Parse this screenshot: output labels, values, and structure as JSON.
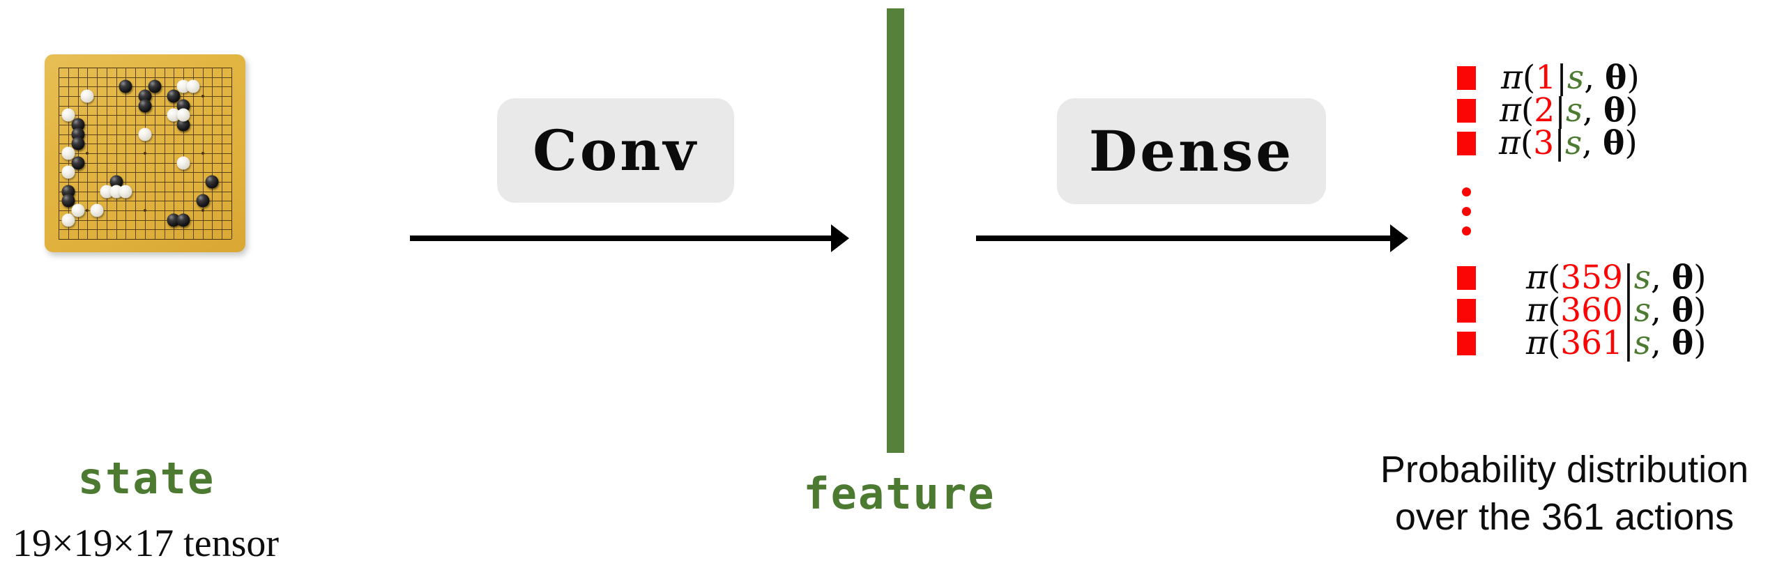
{
  "diagram": {
    "title": "Go policy network diagram",
    "colors": {
      "feature_green": "#55813a",
      "label_green": "#4c7a31",
      "swatch_red": "#fc0505",
      "board_wood": "#e2b441",
      "opbox_gray": "#e9e9e9"
    }
  },
  "state": {
    "label": "state",
    "caption": "19×19×17 tensor",
    "board": {
      "size": 19,
      "black_stones": [
        [
          7,
          2
        ],
        [
          10,
          2
        ],
        [
          9,
          3
        ],
        [
          9,
          4
        ],
        [
          12,
          3
        ],
        [
          13,
          4
        ],
        [
          13,
          6
        ],
        [
          2,
          6
        ],
        [
          2,
          7
        ],
        [
          2,
          8
        ],
        [
          2,
          10
        ],
        [
          1,
          13
        ],
        [
          1,
          14
        ],
        [
          6,
          12
        ],
        [
          16,
          12
        ],
        [
          15,
          14
        ],
        [
          12,
          16
        ],
        [
          13,
          16
        ]
      ],
      "white_stones": [
        [
          3,
          3
        ],
        [
          13,
          2
        ],
        [
          14,
          2
        ],
        [
          1,
          5
        ],
        [
          1,
          9
        ],
        [
          1,
          11
        ],
        [
          1,
          16
        ],
        [
          2,
          15
        ],
        [
          12,
          5
        ],
        [
          13,
          5
        ],
        [
          9,
          7
        ],
        [
          5,
          13
        ],
        [
          6,
          13
        ],
        [
          7,
          13
        ],
        [
          4,
          15
        ],
        [
          13,
          10
        ]
      ]
    }
  },
  "conv": {
    "label": "Conv"
  },
  "dense": {
    "label": "Dense"
  },
  "feature": {
    "label": "feature"
  },
  "output": {
    "caption_line_1": "Probability distribution",
    "caption_line_2": "over the 361 actions",
    "total_actions": 361,
    "rows": [
      {
        "pi": "π",
        "open": "(",
        "index": "1",
        "bar": "|",
        "state_sym": "s",
        "comma": ", ",
        "theta": "θ",
        "close": ")"
      },
      {
        "pi": "π",
        "open": "(",
        "index": "2",
        "bar": "|",
        "state_sym": "s",
        "comma": ", ",
        "theta": "θ",
        "close": ")"
      },
      {
        "pi": "π",
        "open": "(",
        "index": "3",
        "bar": "|",
        "state_sym": "s",
        "comma": ", ",
        "theta": "θ",
        "close": ")"
      },
      {
        "pi": "π",
        "open": "(",
        "index": "359",
        "bar": "|",
        "state_sym": "s",
        "comma": ", ",
        "theta": "θ",
        "close": ")"
      },
      {
        "pi": "π",
        "open": "(",
        "index": "360",
        "bar": "|",
        "state_sym": "s",
        "comma": ", ",
        "theta": "θ",
        "close": ")"
      },
      {
        "pi": "π",
        "open": "(",
        "index": "361",
        "bar": "|",
        "state_sym": "s",
        "comma": ", ",
        "theta": "θ",
        "close": ")"
      }
    ],
    "ellipsis_dots": 3
  }
}
